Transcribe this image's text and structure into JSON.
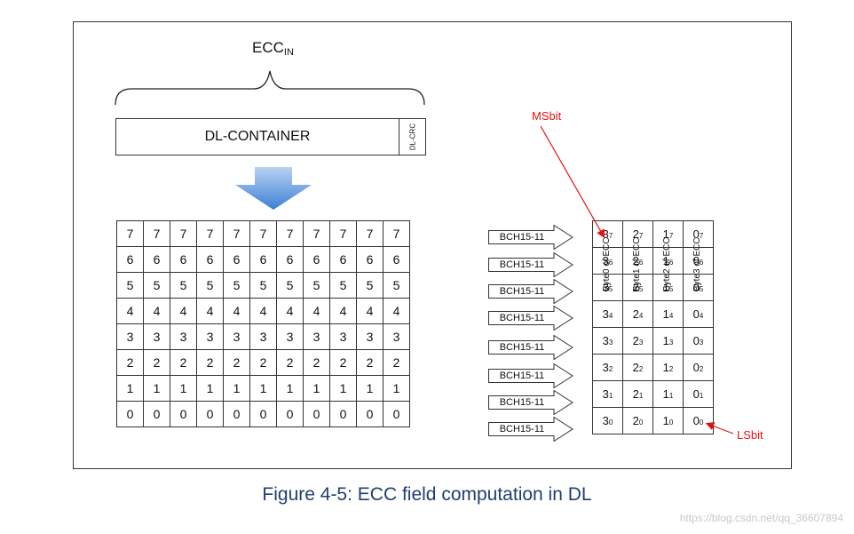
{
  "ecc_label": {
    "main": "ECC",
    "sub": "IN"
  },
  "container": {
    "label": "DL-CONTAINER",
    "crc": "DL-CRC"
  },
  "grid_rows": [
    [
      "7",
      "7",
      "7",
      "7",
      "7",
      "7",
      "7",
      "7",
      "7",
      "7",
      "7"
    ],
    [
      "6",
      "6",
      "6",
      "6",
      "6",
      "6",
      "6",
      "6",
      "6",
      "6",
      "6"
    ],
    [
      "5",
      "5",
      "5",
      "5",
      "5",
      "5",
      "5",
      "5",
      "5",
      "5",
      "5"
    ],
    [
      "4",
      "4",
      "4",
      "4",
      "4",
      "4",
      "4",
      "4",
      "4",
      "4",
      "4"
    ],
    [
      "3",
      "3",
      "3",
      "3",
      "3",
      "3",
      "3",
      "3",
      "3",
      "3",
      "3"
    ],
    [
      "2",
      "2",
      "2",
      "2",
      "2",
      "2",
      "2",
      "2",
      "2",
      "2",
      "2"
    ],
    [
      "1",
      "1",
      "1",
      "1",
      "1",
      "1",
      "1",
      "1",
      "1",
      "1",
      "1"
    ],
    [
      "0",
      "0",
      "0",
      "0",
      "0",
      "0",
      "0",
      "0",
      "0",
      "0",
      "0"
    ]
  ],
  "bch_label": "BCH15-11",
  "byte_headers": [
    "Byte0 of ECC",
    "Byte1 of ECC",
    "Byte2 of ECC",
    "Byte3 of ECC"
  ],
  "ecc_rows": [
    [
      [
        "3",
        "7"
      ],
      [
        "2",
        "7"
      ],
      [
        "1",
        "7"
      ],
      [
        "0",
        "7"
      ]
    ],
    [
      [
        "3",
        "6"
      ],
      [
        "2",
        "6"
      ],
      [
        "1",
        "6"
      ],
      [
        "0",
        "6"
      ]
    ],
    [
      [
        "3",
        "5"
      ],
      [
        "2",
        "5"
      ],
      [
        "1",
        "5"
      ],
      [
        "0",
        "5"
      ]
    ],
    [
      [
        "3",
        "4"
      ],
      [
        "2",
        "4"
      ],
      [
        "1",
        "4"
      ],
      [
        "0",
        "4"
      ]
    ],
    [
      [
        "3",
        "3"
      ],
      [
        "2",
        "3"
      ],
      [
        "1",
        "3"
      ],
      [
        "0",
        "3"
      ]
    ],
    [
      [
        "3",
        "2"
      ],
      [
        "2",
        "2"
      ],
      [
        "1",
        "2"
      ],
      [
        "0",
        "2"
      ]
    ],
    [
      [
        "3",
        "1"
      ],
      [
        "2",
        "1"
      ],
      [
        "1",
        "1"
      ],
      [
        "0",
        "1"
      ]
    ],
    [
      [
        "3",
        "0"
      ],
      [
        "2",
        "0"
      ],
      [
        "1",
        "0"
      ],
      [
        "0",
        "0"
      ]
    ]
  ],
  "msbit": "MSbit",
  "lsbit": "LSbit",
  "caption": "Figure 4-5: ECC field computation in DL",
  "watermark": "https://blog.csdn.net/qq_36607894",
  "colors": {
    "annotation": "#e11111",
    "caption": "#1f3f70",
    "arrow_light": "#a9c8f0",
    "arrow_dark": "#3b7fd4"
  }
}
